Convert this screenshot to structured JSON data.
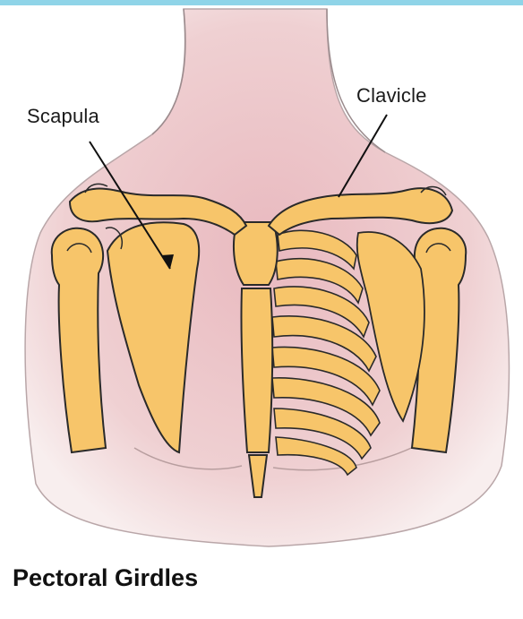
{
  "labels": {
    "scapula": "Scapula",
    "clavicle": "Clavicle"
  },
  "title": "Pectoral Girdles",
  "colors": {
    "bone": "#f7c56a",
    "bone_outline": "#2a2a2a",
    "skin": "#eac6c8",
    "skin_light": "#f6e6e6",
    "top_strip": "#8fd4e8"
  }
}
